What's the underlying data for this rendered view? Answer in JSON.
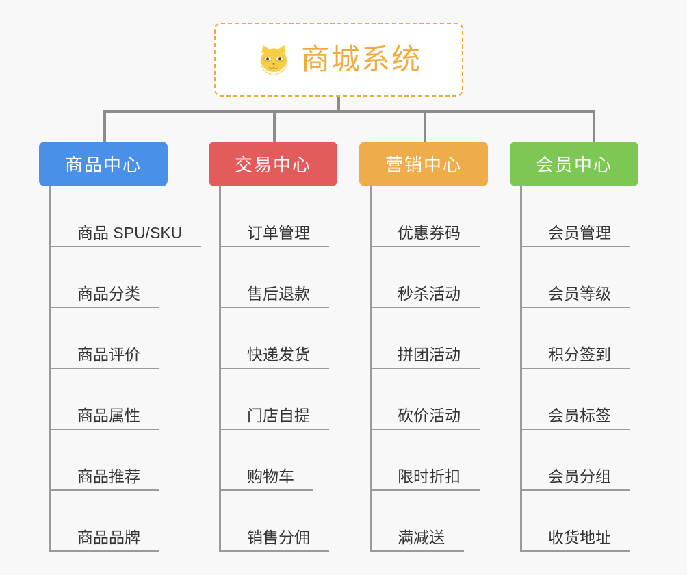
{
  "root": {
    "title": "商城系统",
    "emoji_name": "shiba-dog-face-icon",
    "border_color": "#e9a93c",
    "text_color": "#f0ad3e"
  },
  "connector": {
    "color": "#8c8c8c"
  },
  "branches": [
    {
      "id": "product-center",
      "label": "商品中心",
      "color": "#4a90e8",
      "items": [
        "商品 SPU/SKU",
        "商品分类",
        "商品评价",
        "商品属性",
        "商品推荐",
        "商品品牌"
      ]
    },
    {
      "id": "trade-center",
      "label": "交易中心",
      "color": "#e25c5c",
      "items": [
        "订单管理",
        "售后退款",
        "快递发货",
        "门店自提",
        "购物车",
        "销售分佣"
      ]
    },
    {
      "id": "marketing-center",
      "label": "营销中心",
      "color": "#eead4a",
      "items": [
        "优惠券码",
        "秒杀活动",
        "拼团活动",
        "砍价活动",
        "限时折扣",
        "满减送"
      ]
    },
    {
      "id": "member-center",
      "label": "会员中心",
      "color": "#7dc855",
      "items": [
        "会员管理",
        "会员等级",
        "积分签到",
        "会员标签",
        "会员分组",
        "收货地址"
      ]
    }
  ],
  "canvas": {
    "background": "#f8f8f8"
  }
}
